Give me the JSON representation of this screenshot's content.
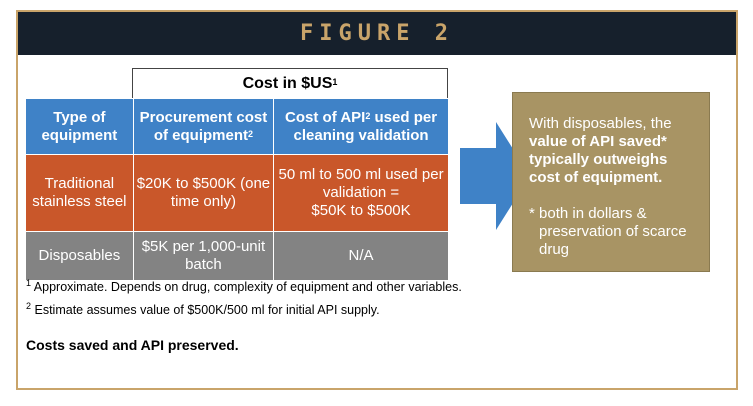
{
  "header": {
    "title": "FIGURE 2"
  },
  "table": {
    "group_header": "Cost in $US",
    "group_header_sup": "1",
    "columns": [
      {
        "label": "Type of equipment",
        "sup": ""
      },
      {
        "label": "Procurement cost of equipment",
        "sup": "2"
      },
      {
        "label_pre": "Cost of API",
        "sup": "2",
        "label_post": " used per cleaning validation"
      }
    ],
    "rows": [
      {
        "type": "Traditional stainless steel",
        "procurement": "$20K to $500K (one time only)",
        "api_cost_line1": "50 ml to 500 ml used per validation =",
        "api_cost_line2": "$50K to $500K"
      },
      {
        "type": "Disposables",
        "procurement": "$5K per 1,000-unit batch",
        "api_cost_line1": "N/A",
        "api_cost_line2": ""
      }
    ]
  },
  "callout": {
    "text_pre": "With disposables, the ",
    "text_bold": "value of API saved* typically outweighs cost of equipment.",
    "note": "* both in dollars & preservation of scarce drug"
  },
  "footnotes": [
    {
      "mark": "1",
      "text": " Approximate. Depends on drug, complexity of equipment and other variables."
    },
    {
      "mark": "2",
      "text": " Estimate assumes value of $500K/500 ml for initial API supply."
    }
  ],
  "caption": "Costs saved and API preserved.",
  "colors": {
    "header_bg": "#16202c",
    "header_text": "#c9a46a",
    "table_header": "#3f82c7",
    "row_steel": "#c9572a",
    "row_disposables": "#838383",
    "callout_bg": "#a89464",
    "arrow": "#3f82c7"
  }
}
